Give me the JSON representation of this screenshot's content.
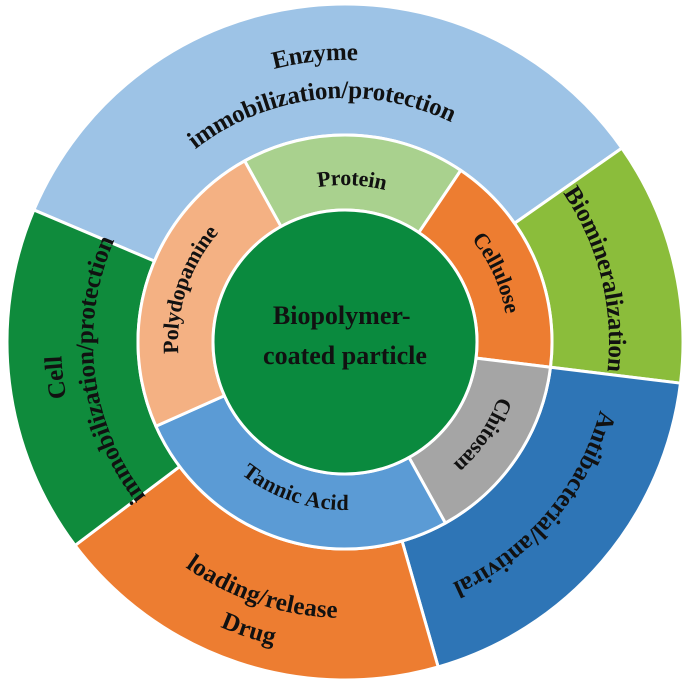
{
  "center": {
    "lines": [
      "Biopolymer-",
      "coated  particle"
    ],
    "color": "#0a8a3e"
  },
  "outer_ring": [
    {
      "name": "enzyme",
      "lines": [
        "Enzyme",
        "immobilization/protection"
      ],
      "color": "#9dc3e6"
    },
    {
      "name": "biomineralization",
      "lines": [
        "Biomineralization"
      ],
      "color": "#8bbd3b"
    },
    {
      "name": "antibacterial",
      "lines": [
        "Antibacterial/antiviral"
      ],
      "color": "#2e75b6"
    },
    {
      "name": "drug",
      "lines": [
        "Drug",
        "loading/release"
      ],
      "color": "#ed7d31"
    },
    {
      "name": "cell",
      "lines": [
        "Cell",
        "immobilization/protection"
      ],
      "color": "#0f8b3c"
    }
  ],
  "inner_ring": [
    {
      "name": "protein",
      "lines": [
        "Protein"
      ],
      "color": "#a9d18e"
    },
    {
      "name": "cellulose",
      "lines": [
        "Cellulose"
      ],
      "color": "#ed7d31"
    },
    {
      "name": "chitosan",
      "lines": [
        "Chitosan"
      ],
      "color": "#a5a5a5"
    },
    {
      "name": "tannic-acid",
      "lines": [
        "Tannic  Acid"
      ],
      "color": "#5b9bd5"
    },
    {
      "name": "polydopamine",
      "lines": [
        "Polydopamine"
      ],
      "color": "#f4b183"
    }
  ]
}
